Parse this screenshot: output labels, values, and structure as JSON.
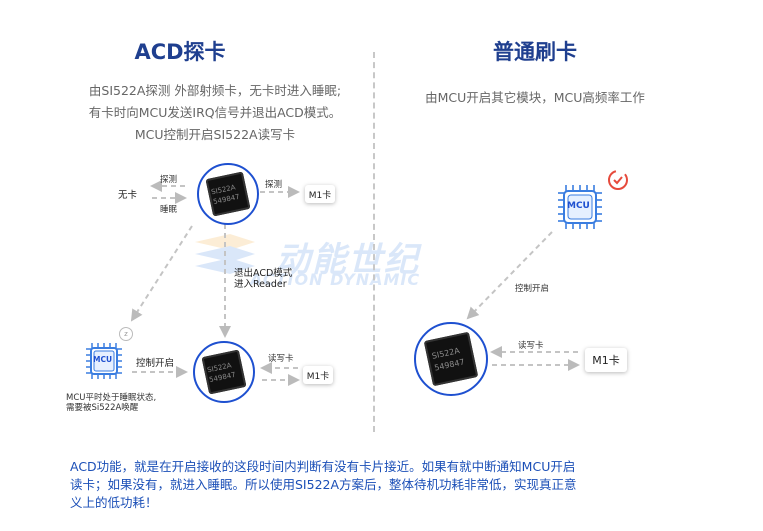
{
  "left": {
    "title": "ACD探卡",
    "desc_lines": [
      "由SI522A探测 外部射频卡，无卡时进入睡眠;",
      "有卡时向MCU发送IRQ信号并退出ACD模式。",
      "MCU控制开启SI522A读写卡"
    ],
    "no_card": "无卡",
    "detect_left": "探测",
    "sleep": "睡眠",
    "detect_right": "探测",
    "m1_top": "M1卡",
    "exit_acd_lines": [
      "退出ACD模式",
      "进入Reader"
    ],
    "control_on": "控制开启",
    "read_write": "读写卡",
    "m1_bottom": "M1卡",
    "mcu_note_lines": [
      "MCU平时处于睡眠状态,",
      "需要被Si522A唤醒"
    ],
    "chip_text": [
      "SI522A",
      "549847"
    ],
    "mcu_text": "MCU"
  },
  "right": {
    "title": "普通刷卡",
    "desc": "由MCU开启其它模块，MCU高频率工作",
    "control_on": "控制开启",
    "read_write": "读写卡",
    "m1": "M1卡",
    "chip_text": [
      "SI522A",
      "549847"
    ],
    "mcu_text": "MCU"
  },
  "watermark": {
    "cn": "动能世纪",
    "en": "ACTION DYNAMIC"
  },
  "bottom_lines": [
    "ACD功能，就是在开启接收的这段时间内判断有没有卡片接近。如果有就中断通知MCU开启",
    "读卡；如果没有，就进入睡眠。所以使用SI522A方案后，整体待机功耗非常低，实现真正意",
    "义上的低功耗！"
  ],
  "colors": {
    "title": "#1f3f8f",
    "text_blue": "#1b4fb7",
    "chip_ring": "#1e50d0",
    "mcu_blue": "#3a7de0",
    "refresh_red": "#e64a3c"
  }
}
